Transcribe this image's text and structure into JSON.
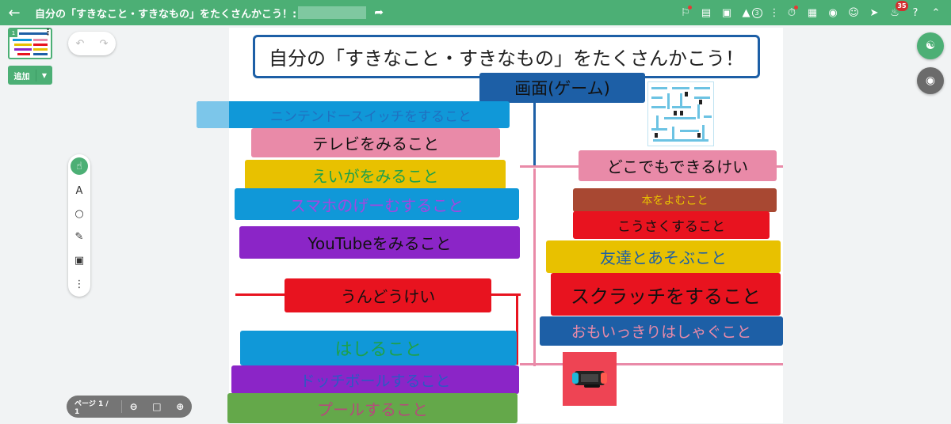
{
  "topbar": {
    "title": "自分の「すきなこと・すきなもの」をたくさんかこう！:",
    "back_icon": "arrow-left-icon",
    "share_icon": "share-arrow-icon",
    "circled_count": "3",
    "notification_count": "35",
    "accent": "#4caf75"
  },
  "left_panel": {
    "page_number": "1",
    "add_label": "追加"
  },
  "pager": {
    "label": "ページ 1 / 1"
  },
  "tools": {
    "text_tool": "A"
  },
  "canvas": {
    "title": "自分の「すきなこと・すきなもの」をたくさんかこう！",
    "cards": [
      {
        "id": "game",
        "text": "画面(ゲーム)"
      },
      {
        "id": "nintendo",
        "text": "ニンテンドースイッチをすること"
      },
      {
        "id": "tv",
        "text": "テレビをみること"
      },
      {
        "id": "movie",
        "text": "えいがをみること"
      },
      {
        "id": "smartphone",
        "text": "スマホのげーむすること"
      },
      {
        "id": "youtube",
        "text": "YouTubeをみること"
      },
      {
        "id": "sports",
        "text": "うんどうけい"
      },
      {
        "id": "running",
        "text": "はしること"
      },
      {
        "id": "dodgeball",
        "text": "ドッチボールすること"
      },
      {
        "id": "pool",
        "text": "プールすること"
      },
      {
        "id": "anywhere",
        "text": "どこでもできるけい"
      },
      {
        "id": "books",
        "text": "本をよむこと"
      },
      {
        "id": "crafts",
        "text": "こうさくすること"
      },
      {
        "id": "friends",
        "text": "友達とあそぶこと"
      },
      {
        "id": "scratch",
        "text": "スクラッチをすること"
      },
      {
        "id": "frolic",
        "text": "おもいっきりはしゃぐこと"
      }
    ]
  }
}
